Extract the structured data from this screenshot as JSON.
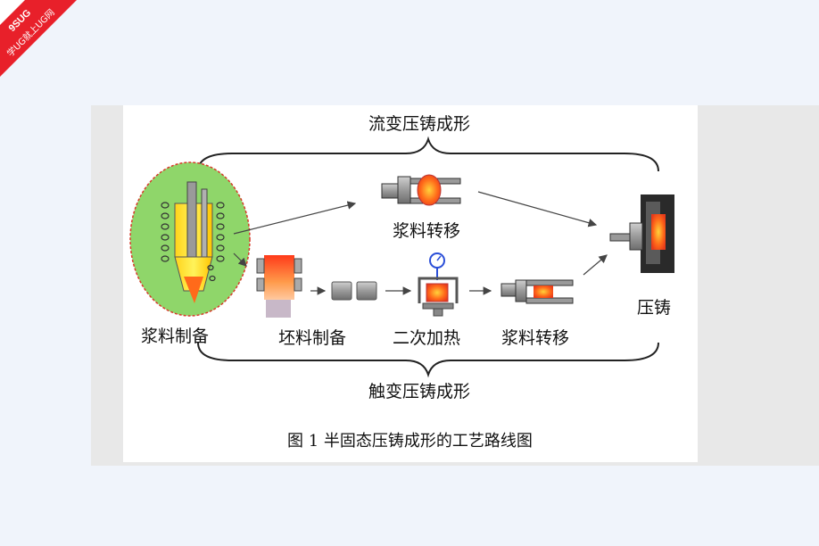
{
  "watermark": {
    "line1": "9SUG",
    "line2": "学UG就上UG网"
  },
  "diagram": {
    "top_process": "流变压铸成形",
    "bottom_process": "触变压铸成形",
    "caption": "图 1  半固态压铸成形的工艺路线图",
    "steps": {
      "slurry_prep": "浆料制备",
      "slurry_transfer_top": "浆料转移",
      "billet_prep": "坯料制备",
      "reheating": "二次加热",
      "slurry_transfer_bottom": "浆料转移",
      "die_casting": "压铸"
    }
  },
  "colors": {
    "green_zone": "#8fd66a",
    "hot_orange": "#ff7a1a",
    "molten_red": "#e8321e",
    "yellow_slurry": "#ffe21a",
    "steel_gray": "#8a8a8a",
    "die_dark": "#2a2a2a",
    "gauge_blue": "#2b4fd8"
  }
}
